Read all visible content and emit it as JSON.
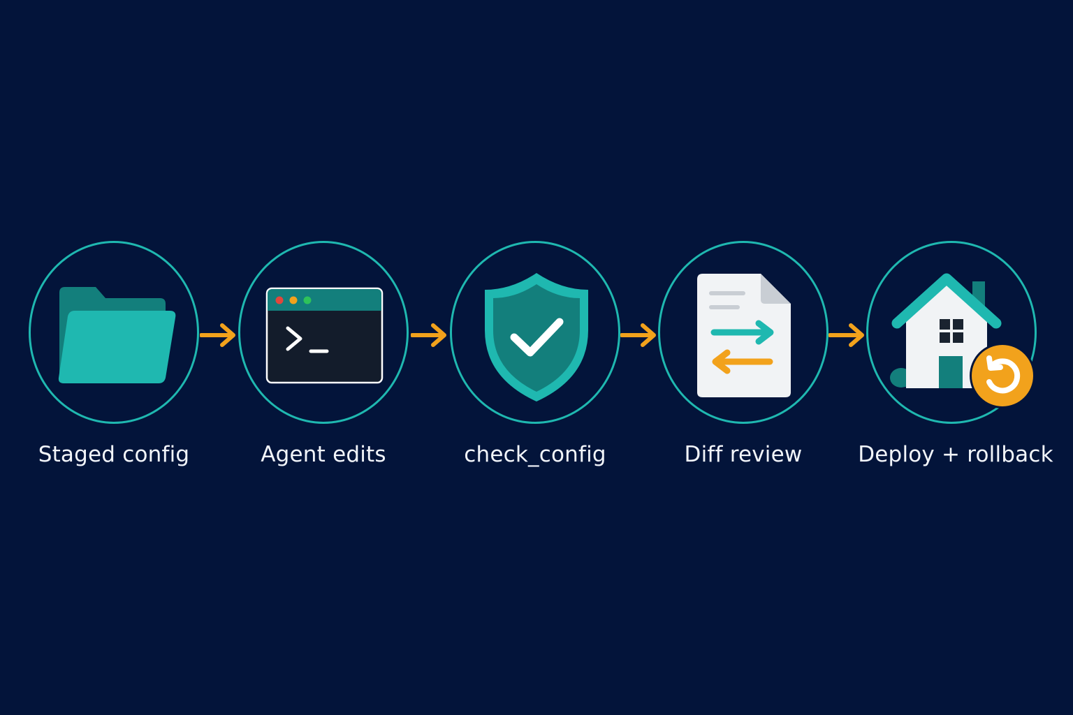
{
  "colors": {
    "background": "#03143a",
    "ring": "#1fb8b0",
    "teal": "#1fb8b0",
    "dark_teal": "#137f7c",
    "arrow": "#f2a21c",
    "label": "#f2f5fa"
  },
  "steps": [
    {
      "label": "Staged config",
      "icon": "folder-icon"
    },
    {
      "label": "Agent edits",
      "icon": "terminal-icon"
    },
    {
      "label": "check_config",
      "icon": "shield-check-icon"
    },
    {
      "label": "Diff review",
      "icon": "diff-document-icon"
    },
    {
      "label": "Deploy + rollback",
      "icon": "house-rollback-icon"
    }
  ],
  "connectors": [
    {
      "from": "Staged config",
      "to": "Agent edits"
    },
    {
      "from": "Agent edits",
      "to": "check_config"
    },
    {
      "from": "check_config",
      "to": "Diff review"
    },
    {
      "from": "Diff review",
      "to": "Deploy + rollback"
    }
  ]
}
